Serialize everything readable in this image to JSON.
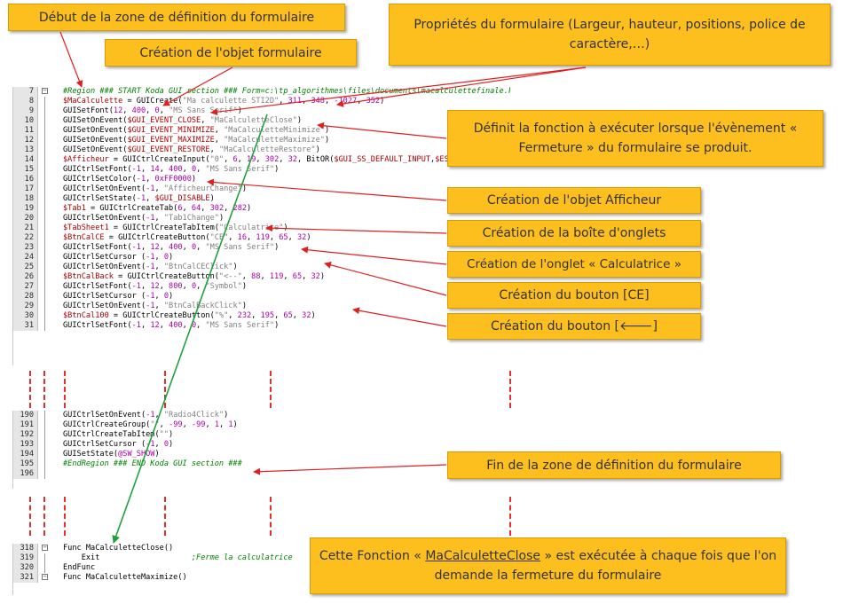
{
  "callouts": {
    "debut_zone": "Début de la zone de définition du formulaire",
    "creation_objet": "Création de l'objet formulaire",
    "proprietes": "Propriétés du formulaire (Largeur, hauteur, positions, police de caractère,…)",
    "fonction_fermeture": "Définit la fonction à exécuter lorsque l'évènement « Fermeture » du formulaire se produit.",
    "afficheur": "Création de l'objet Afficheur",
    "onglets": "Création de la boîte d'onglets",
    "calculatrice": "Création de l'onglet « Calculatrice »",
    "bouton_ce": "Création du bouton [CE]",
    "bouton_back": "Création du bouton [🡐]",
    "fin_zone": "Fin de la zone de définition du formulaire",
    "close_part1": "Cette Fonction « ",
    "close_link": "MaCalculetteClose",
    "close_part2": " » est exécutée à chaque fois que l'on demande la fermeture du formulaire"
  },
  "code_block_1": [
    {
      "n": "7",
      "t": "#Region ### START Koda GUI section ### Form=c:\\tp_algorithmes\\files\\documents\\macalculettefinale.kxf",
      "c": "cmt",
      "fold": "box"
    },
    {
      "n": "8",
      "t": "$MaCalculette = GUICreate(\"Ma calculette STI2D\", 311, 348, -1027, 352)"
    },
    {
      "n": "9",
      "t": "GUISetFont(12, 400, 0, \"MS Sans Serif\")"
    },
    {
      "n": "10",
      "t": "GUISetOnEvent($GUI_EVENT_CLOSE, \"MaCalculetteClose\")"
    },
    {
      "n": "11",
      "t": "GUISetOnEvent($GUI_EVENT_MINIMIZE, \"MaCalculetteMinimize\")"
    },
    {
      "n": "12",
      "t": "GUISetOnEvent($GUI_EVENT_MAXIMIZE, \"MaCalculetteMaximize\")"
    },
    {
      "n": "13",
      "t": "GUISetOnEvent($GUI_EVENT_RESTORE, \"MaCalculetteRestore\")"
    },
    {
      "n": "14",
      "t": "$Afficheur = GUICtrlCreateInput(\"0\", 6, 19, 302, 32, BitOR($GUI_SS_DEFAULT_INPUT,$ES_RIGHT))"
    },
    {
      "n": "15",
      "t": "GUICtrlSetFont(-1, 14, 400, 0, \"MS Sans Serif\")"
    },
    {
      "n": "16",
      "t": "GUICtrlSetColor(-1, 0xFF0000)"
    },
    {
      "n": "17",
      "t": "GUICtrlSetOnEvent(-1, \"AfficheurChange\")"
    },
    {
      "n": "18",
      "t": "GUICtrlSetState(-1, $GUI_DISABLE)"
    },
    {
      "n": "19",
      "t": "$Tab1 = GUICtrlCreateTab(6, 64, 302, 282)"
    },
    {
      "n": "20",
      "t": "GUICtrlSetOnEvent(-1, \"Tab1Change\")"
    },
    {
      "n": "21",
      "t": "$TabSheet1 = GUICtrlCreateTabItem(\"Calculatrice\")"
    },
    {
      "n": "22",
      "t": "$BtnCalCE = GUICtrlCreateButton(\"CE\", 16, 119, 65, 32)"
    },
    {
      "n": "23",
      "t": "GUICtrlSetFont(-1, 12, 400, 0, \"MS Sans Serif\")"
    },
    {
      "n": "24",
      "t": "GUICtrlSetCursor (-1, 0)"
    },
    {
      "n": "25",
      "t": "GUICtrlSetOnEvent(-1, \"BtnCalCEClick\")"
    },
    {
      "n": "26",
      "t": "$BtnCalBack = GUICtrlCreateButton(\"<--\", 88, 119, 65, 32)"
    },
    {
      "n": "27",
      "t": "GUICtrlSetFont(-1, 12, 800, 0, \"Symbol\")"
    },
    {
      "n": "28",
      "t": "GUICtrlSetCursor (-1, 0)"
    },
    {
      "n": "29",
      "t": "GUICtrlSetOnEvent(-1, \"BtnCalBackClick\")"
    },
    {
      "n": "30",
      "t": "$BtnCal100 = GUICtrlCreateButton(\"%\", 232, 195, 65, 32)"
    },
    {
      "n": "31",
      "t": "GUICtrlSetFont(-1, 12, 400, 0, \"MS Sans Serif\")"
    }
  ],
  "code_block_2": [
    {
      "n": "190",
      "t": "GUICtrlSetOnEvent(-1, \"Radio4Click\")"
    },
    {
      "n": "191",
      "t": "GUICtrlCreateGroup(\"\", -99, -99, 1, 1)"
    },
    {
      "n": "192",
      "t": "GUICtrlCreateTabItem(\"\")"
    },
    {
      "n": "193",
      "t": "GUICtrlSetCursor (-1, 0)"
    },
    {
      "n": "194",
      "t": "GUISetState(@SW_SHOW)"
    },
    {
      "n": "195",
      "t": "#EndRegion ### END Koda GUI section ###",
      "c": "cmt",
      "fold": "end"
    },
    {
      "n": "196",
      "t": ""
    }
  ],
  "code_block_3": [
    {
      "n": "318",
      "t": "Func MaCalculetteClose()",
      "fold": "box"
    },
    {
      "n": "319",
      "t": "    Exit                    ;Ferme la calculatrice"
    },
    {
      "n": "320",
      "t": "EndFunc",
      "fold": "end"
    },
    {
      "n": "321",
      "t": "Func MaCalculetteMaximize()",
      "fold": "box"
    }
  ],
  "colors": {
    "callout_bg": "#fdbf1d",
    "arrow_red": "#e02020",
    "arrow_green": "#20a040",
    "comment": "#008000"
  }
}
